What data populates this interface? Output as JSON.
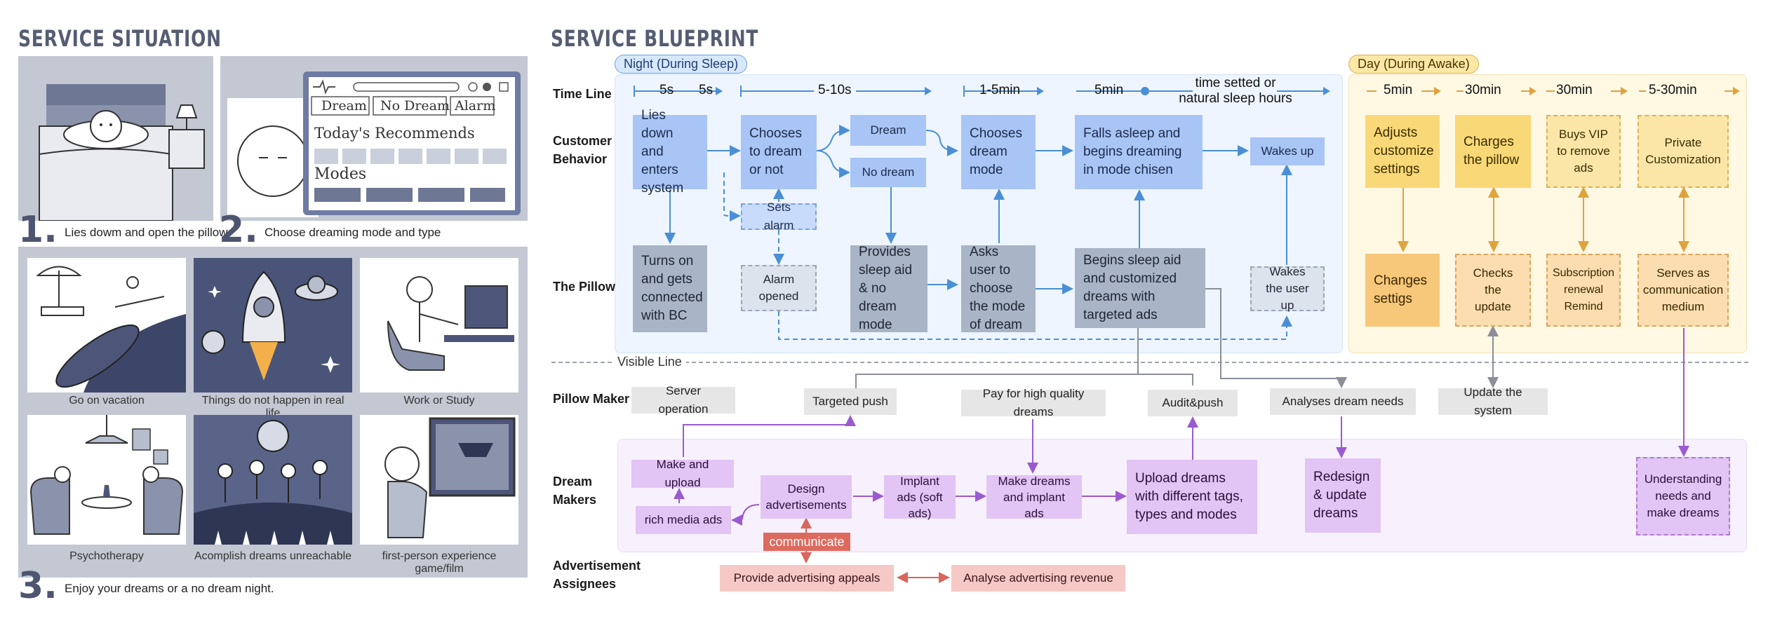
{
  "situation": {
    "title": "SERVICE SITUATION",
    "steps": [
      {
        "num": "1.",
        "text": "Lies dowm and open the pillow"
      },
      {
        "num": "2.",
        "text": "Choose dreaming mode and type"
      },
      {
        "num": "3.",
        "text": "Enjoy your dreams or a no dream night."
      }
    ],
    "app_tabs": [
      "Dream",
      "No Dream",
      "Alarm"
    ],
    "app_recommends": "Today's Recommends",
    "app_modes": "Modes",
    "thumbs": [
      "Go on vacation",
      "Things do not happen in real life",
      "Work or Study",
      "Psychotherapy",
      "Acomplish dreams unreachable",
      "first-person experience game/film"
    ]
  },
  "blueprint": {
    "title": "SERVICE BLUEPRINT",
    "night_label": "Night (During Sleep)",
    "day_label": "Day (During Awake)",
    "visible_line": "Visible Line",
    "rows": {
      "timeline": "Time Line",
      "customer1": "Customer",
      "customer2": "Behavior",
      "pillow": "The Pillow",
      "maker": "Pillow Maker",
      "dream1": "Dream",
      "dream2": "Makers",
      "adv1": "Advertisement",
      "adv2": "Assignees"
    },
    "timeline": {
      "t1": "5s",
      "t2": "5s",
      "t3": "5-10s",
      "t4": "1-5min",
      "t5": "5min",
      "t6a": "time setted or",
      "t6b": "natural sleep hours",
      "d1": "5min",
      "d2": "30min",
      "d3": "30min",
      "d4": "5-30min"
    },
    "customer": {
      "lies_down": "Lies down and enters system",
      "chooses": "Chooses to dream or not",
      "dream": "Dream",
      "no_dream": "No dream",
      "sets_alarm": "Sets alarm",
      "chooses_mode": "Chooses dream mode",
      "falls_asleep": "Falls asleep and begins dreaming in mode chisen",
      "wakes_up": "Wakes up",
      "adjusts": "Adjusts customize settings",
      "charges": "Charges the pillow",
      "buys_vip": "Buys VIP to remove ads",
      "private": "Private Customization"
    },
    "pillow": {
      "turns_on": "Turns on and gets connected with BC",
      "alarm_opened": "Alarm opened",
      "provides": "Provides sleep aid & no dream mode",
      "asks": "Asks user to choose the mode of dream",
      "begins": "Begins sleep aid and customized dreams with targeted ads",
      "wakes_user": "Wakes the user up",
      "changes": "Changes settigs",
      "checks": "Checks  the update",
      "subscription": "Subscription renewal Remind",
      "serves": "Serves as communication medium"
    },
    "maker": {
      "server": "Server operation",
      "targeted": "Targeted push",
      "pay": "Pay for high quality dreams",
      "audit": "Audit&push",
      "analyses": "Analyses dream needs",
      "update": "Update the system"
    },
    "dreammakers": {
      "make_upload": "Make and upload",
      "rich_media": "rich media ads",
      "design": "Design advertisements",
      "implant": "Implant ads (soft ads)",
      "make_dreams": "Make dreams and implant ads",
      "upload_dreams": "Upload dreams with different tags, types and modes",
      "redesign": "Redesign & update dreams",
      "understanding": "Understanding needs and make dreams"
    },
    "adv": {
      "communicate": "communicate",
      "provide": "Provide advertising appeals",
      "analyse": "Analyse advertising revenue"
    }
  },
  "colors": {
    "night_bg": "#eef5fe",
    "day_bg": "#fff8e3",
    "dream_bg": "#f7f1fd",
    "blue_arrow": "#4a8fd6",
    "orange_arrow": "#e0a33c",
    "purple_arrow": "#9a5ad0",
    "red_arrow": "#d9665c"
  }
}
